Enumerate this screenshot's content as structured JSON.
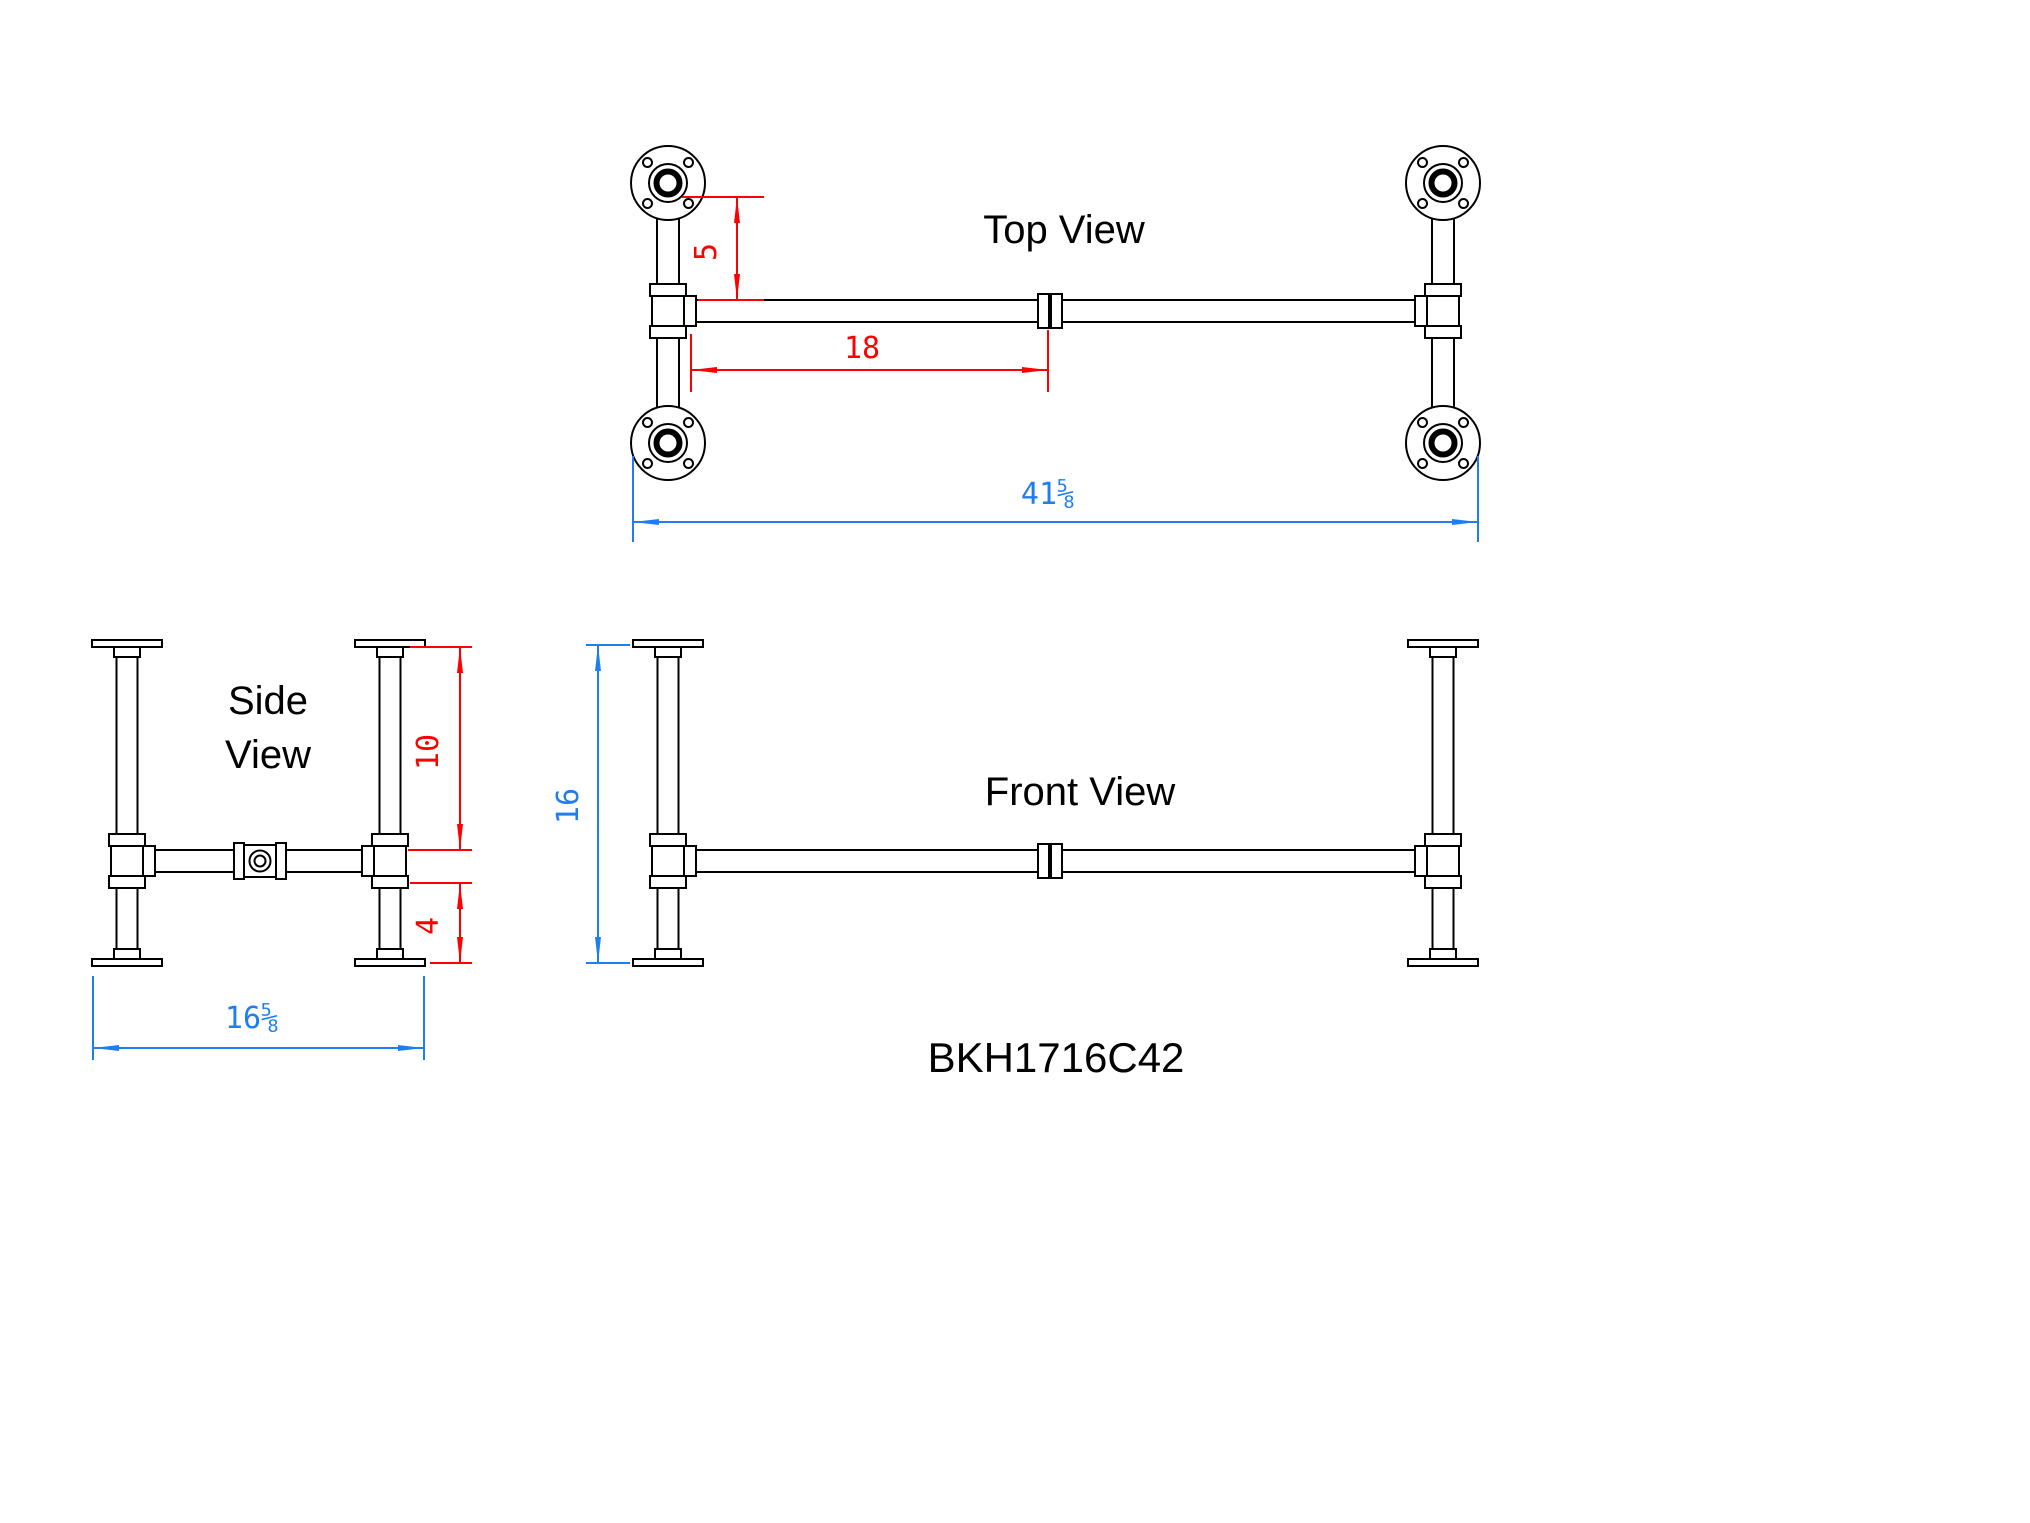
{
  "drawing": {
    "product_code": "BKH1716C42",
    "views": {
      "top": {
        "label": "Top View"
      },
      "side": {
        "label_line1": "Side",
        "label_line2": "View"
      },
      "front": {
        "label": "Front View"
      }
    },
    "dimensions": {
      "top_flange_offset": {
        "value": "5",
        "color": "#fe0000"
      },
      "top_leg_to_center": {
        "value": "18",
        "color": "#fe0000"
      },
      "top_overall_width": {
        "value": "41⅝",
        "color": "#1e7ef0"
      },
      "side_top_to_crossbar": {
        "value": "10",
        "color": "#fe0000"
      },
      "side_crossbar_to_floor": {
        "value": "4",
        "color": "#fe0000"
      },
      "side_overall_depth": {
        "value": "16⅝",
        "color": "#1e7ef0"
      },
      "front_overall_height": {
        "value": "16",
        "color": "#1e7ef0"
      }
    },
    "colors": {
      "line": "#000000",
      "dim_red": "#fe0000",
      "dim_blue": "#1e7ef0",
      "background": "#ffffff"
    }
  }
}
